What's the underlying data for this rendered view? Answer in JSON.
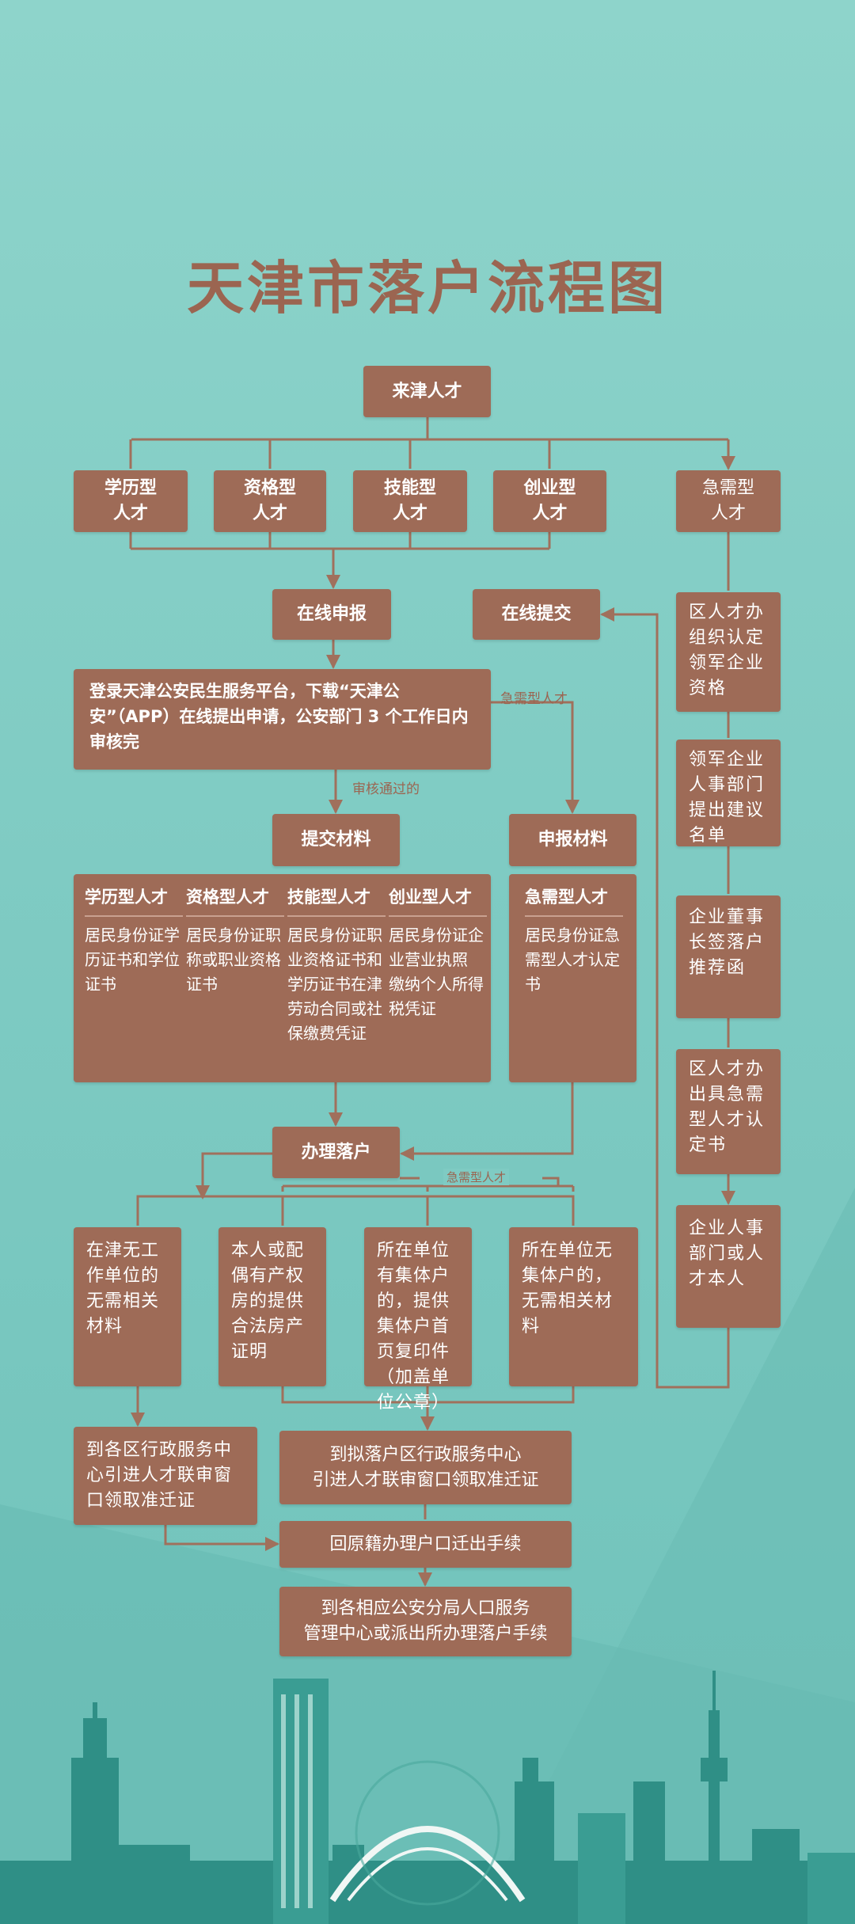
{
  "title": "天津市落户流程图",
  "start": "来津人才",
  "categories": [
    {
      "line1": "学历型",
      "line2": "人才"
    },
    {
      "line1": "资格型",
      "line2": "人才"
    },
    {
      "line1": "技能型",
      "line2": "人才"
    },
    {
      "line1": "创业型",
      "line2": "人才"
    },
    {
      "line1": "急需型",
      "line2": "人才"
    }
  ],
  "online_report": "在线申报",
  "online_submit": "在线提交",
  "login_step": "登录天津公安民生服务平台，下载“天津公安”（APP）在线提出申请，公安部门 3 个工作日内审核完",
  "label_urgent": "急需型人才",
  "label_approved": "审核通过的",
  "submit_materials": "提交材料",
  "report_materials": "申报材料",
  "materials": [
    {
      "head": "学历型人才",
      "text": "居民身份证学历证书和学位证书"
    },
    {
      "head": "资格型人才",
      "text": "居民身份证职称或职业资格证书"
    },
    {
      "head": "技能型人才",
      "text": "居民身份证职业资格证书和学历证书在津劳动合同或社保缴费凭证"
    },
    {
      "head": "创业型人才",
      "text": "居民身份证企业营业执照 缴纳个人所得税凭证"
    }
  ],
  "urgent_materials": {
    "head": "急需型人才",
    "text": "居民身份证急需型人才认定书"
  },
  "urgent_steps": [
    "区人才办组织认定领军企业资格",
    "领军企业人事部门提出建议名单",
    "企业董事长签落户推荐函",
    "区人才办出具急需型人才认定书",
    "企业人事部门或人才本人"
  ],
  "handle_settle": "办理落户",
  "label_urgent2": "急需型人才",
  "settle_options": [
    "在津无工作单位的无需相关材料",
    "本人或配偶有产权房的提供合法房产证明",
    "所在单位有集体户的，提供集体户首页复印件（加盖单位公章）",
    "所在单位无集体户的，无需相关材料"
  ],
  "district_center": "到各区行政服务中心引进人才联审窗口领取准迁证",
  "target_center_l1": "到拟落户区行政服务中心",
  "target_center_l2": "引进人才联审窗口领取准迁证",
  "move_out": "回原籍办理户口迁出手续",
  "final_l1": "到各相应公安分局人口服务",
  "final_l2": "管理中心或派出所办理落户手续",
  "colors": {
    "box": "#9e6b57",
    "line": "#a0705c",
    "bg": "#7fcbc3",
    "skyline": "#2f8f86"
  }
}
